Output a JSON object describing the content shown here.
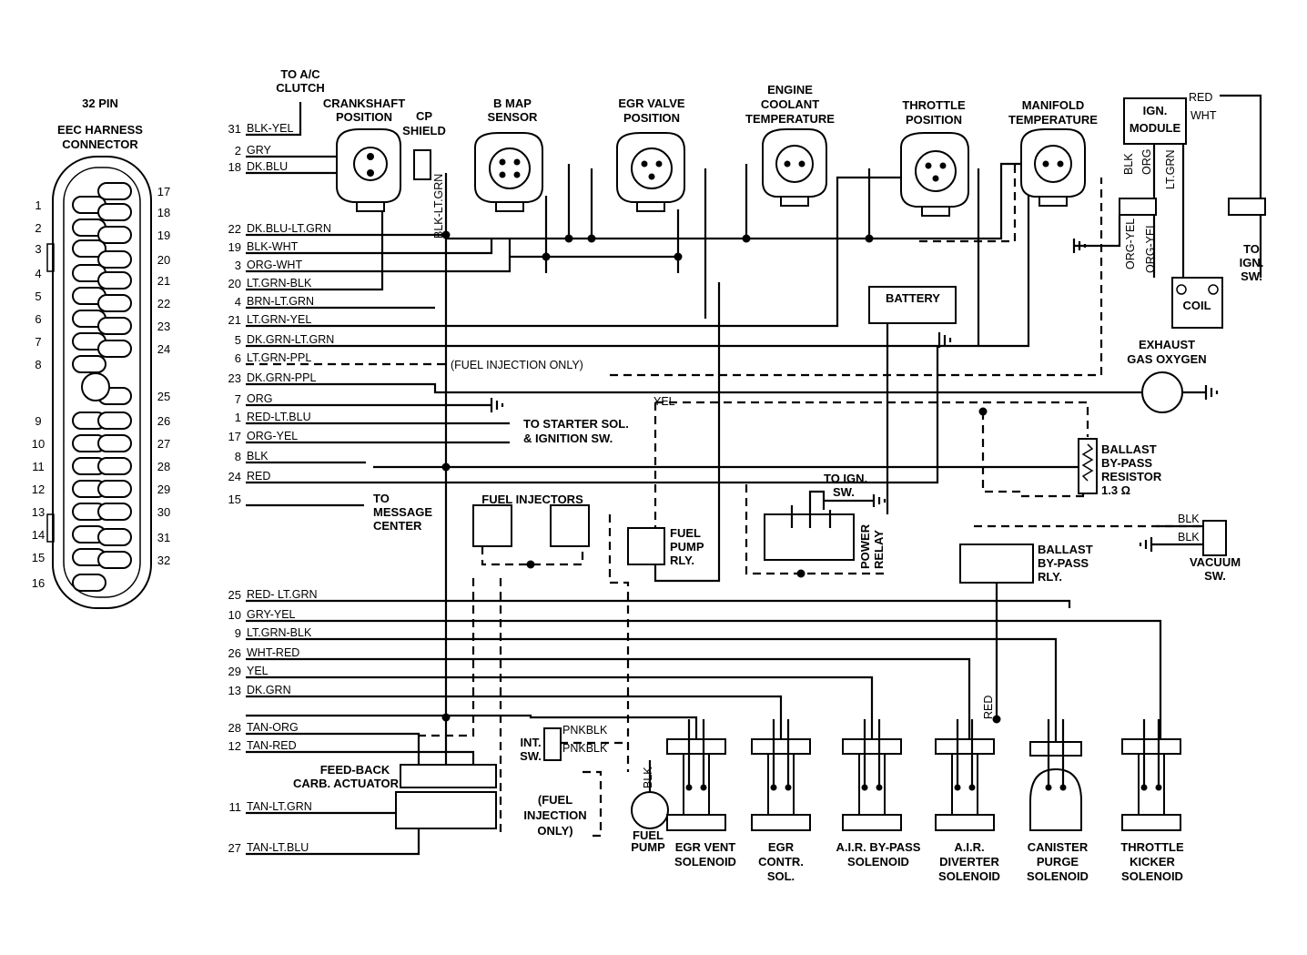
{
  "connector": {
    "title_line1": "32 PIN",
    "title_line2": "EEC HARNESS",
    "title_line3": "CONNECTOR",
    "left_pins": [
      "1",
      "2",
      "3",
      "4",
      "5",
      "6",
      "7",
      "8",
      "9",
      "10",
      "11",
      "12",
      "13",
      "14",
      "15",
      "16"
    ],
    "right_pins": [
      "17",
      "18",
      "19",
      "20",
      "21",
      "22",
      "23",
      "24",
      "25",
      "26",
      "27",
      "28",
      "29",
      "30",
      "31",
      "32"
    ]
  },
  "wires": [
    {
      "pin": "31",
      "color": "BLK-YEL"
    },
    {
      "pin": "2",
      "color": "GRY"
    },
    {
      "pin": "18",
      "color": "DK.BLU"
    },
    {
      "pin": "22",
      "color": "DK.BLU-LT.GRN"
    },
    {
      "pin": "19",
      "color": "BLK-WHT"
    },
    {
      "pin": "3",
      "color": "ORG-WHT"
    },
    {
      "pin": "20",
      "color": "LT.GRN-BLK"
    },
    {
      "pin": "4",
      "color": "BRN-LT.GRN"
    },
    {
      "pin": "21",
      "color": "LT.GRN-YEL"
    },
    {
      "pin": "5",
      "color": "DK.GRN-LT.GRN"
    },
    {
      "pin": "6",
      "color": "LT.GRN-PPL"
    },
    {
      "pin": "23",
      "color": "DK.GRN-PPL"
    },
    {
      "pin": "7",
      "color": "ORG"
    },
    {
      "pin": "1",
      "color": "RED-LT.BLU"
    },
    {
      "pin": "17",
      "color": "ORG-YEL"
    },
    {
      "pin": "8",
      "color": "BLK"
    },
    {
      "pin": "24",
      "color": "RED"
    },
    {
      "pin": "15",
      "color": ""
    },
    {
      "pin": "25",
      "color": "RED- LT.GRN"
    },
    {
      "pin": "10",
      "color": "GRY-YEL"
    },
    {
      "pin": "9",
      "color": "LT.GRN-BLK"
    },
    {
      "pin": "26",
      "color": "WHT-RED"
    },
    {
      "pin": "29",
      "color": "YEL"
    },
    {
      "pin": "13",
      "color": "DK.GRN"
    },
    {
      "pin": "28",
      "color": "TAN-ORG"
    },
    {
      "pin": "12",
      "color": "TAN-RED"
    },
    {
      "pin": "11",
      "color": "TAN-LT.GRN"
    },
    {
      "pin": "27",
      "color": "TAN-LT.BLU"
    }
  ],
  "labels": {
    "to_ac_clutch_1": "TO A/C",
    "to_ac_clutch_2": "CLUTCH",
    "crank_1": "CRANKSHAFT",
    "crank_2": "POSITION",
    "cp_1": "CP",
    "cp_2": "SHIELD",
    "map_1": "B MAP",
    "map_2": "SENSOR",
    "egr_1": "EGR VALVE",
    "egr_2": "POSITION",
    "coolant_1": "ENGINE",
    "coolant_2": "COOLANT",
    "coolant_3": "TEMPERATURE",
    "throttle_1": "THROTTLE",
    "throttle_2": "POSITION",
    "manifold_1": "MANIFOLD",
    "manifold_2": "TEMPERATURE",
    "ign_1": "IGN.",
    "ign_2": "MODULE",
    "red": "RED",
    "wht": "WHT",
    "blk_v": "BLK",
    "org_v": "ORG",
    "ltgrn_v": "LT.GRN",
    "orgyel_v1": "ORG-YEL",
    "orgyel_v2": "ORG-YEL",
    "blkltgrn_v": "BLK-LT.GRN",
    "to_ign_sw_1": "TO",
    "to_ign_sw_2": "IGN.",
    "to_ign_sw_3": "SW.",
    "coil": "COIL",
    "battery": "BATTERY",
    "exhaust_1": "EXHAUST",
    "exhaust_2": "GAS OXYGEN",
    "fuel_inj_only": "(FUEL INJECTION ONLY)",
    "yel": "YEL",
    "starter_1": "TO STARTER SOL.",
    "starter_2": "& IGNITION SW.",
    "ballast_res_1": "BALLAST",
    "ballast_res_2": "BY-PASS",
    "ballast_res_3": "RESISTOR",
    "ballast_res_4": "1.3 Ω",
    "to_ign_sw_b1": "TO IGN.",
    "to_ign_sw_b2": "SW.",
    "message_1": "TO",
    "message_2": "MESSAGE",
    "message_3": "CENTER",
    "fuel_injectors": "FUEL INJECTORS",
    "fuel_pump_rly_1": "FUEL",
    "fuel_pump_rly_2": "PUMP",
    "fuel_pump_rly_3": "RLY.",
    "power_relay_1": "POWER",
    "power_relay_2": "RELAY",
    "blk_1": "BLK",
    "blk_2": "BLK",
    "ballast_rly_1": "BALLAST",
    "ballast_rly_2": "BY-PASS",
    "ballast_rly_3": "RLY.",
    "vacuum_1": "VACUUM",
    "vacuum_2": "SW.",
    "red_v": "RED",
    "feedback_1": "FEED-BACK",
    "feedback_2": "CARB. ACTUATOR",
    "int_sw_1": "INT.",
    "int_sw_2": "SW.",
    "pnkblk_1": "PNKBLK",
    "pnkblk_2": "PNKBLK",
    "blk_pump": "BLK",
    "fuel_inj_only2_1": "(FUEL",
    "fuel_inj_only2_2": "INJECTION",
    "fuel_inj_only2_3": "ONLY)",
    "fuel_pump_1": "FUEL",
    "fuel_pump_2": "PUMP",
    "egr_vent_1": "EGR VENT",
    "egr_vent_2": "SOLENOID",
    "egr_contr_1": "EGR",
    "egr_contr_2": "CONTR.",
    "egr_contr_3": "SOL.",
    "air_bypass_1": "A.I.R. BY-PASS",
    "air_bypass_2": "SOLENOID",
    "air_div_1": "A.I.R.",
    "air_div_2": "DIVERTER",
    "air_div_3": "SOLENOID",
    "canister_1": "CANISTER",
    "canister_2": "PURGE",
    "canister_3": "SOLENOID",
    "kicker_1": "THROTTLE",
    "kicker_2": "KICKER",
    "kicker_3": "SOLENOID"
  }
}
